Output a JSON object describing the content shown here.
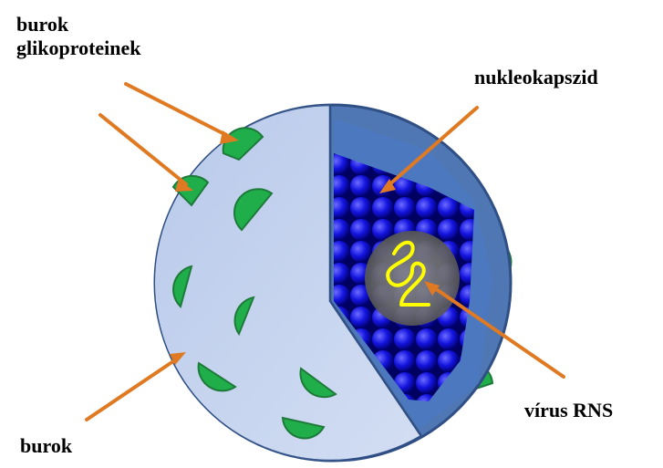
{
  "colors": {
    "arrow": "#e07a22",
    "outer_shell": "#4f77b3",
    "shell_outline": "#2f4f85",
    "envelope_face": "#c7d5ee",
    "inner_cut": "#4c78c0",
    "spheres": "#1010d8",
    "glycoprotein": "#1fae4a",
    "glycoprotein_outline": "#1e7a3a",
    "rna": "#ffff00",
    "rna_halo": "#7a7a7a"
  },
  "labels": {
    "envelope_glycoproteins_line1": "burok",
    "envelope_glycoproteins_line2": "glikoproteinek",
    "nucleocapsid": "nukleokapszid",
    "viral_rna": "vírus RNS",
    "envelope": "burok"
  }
}
